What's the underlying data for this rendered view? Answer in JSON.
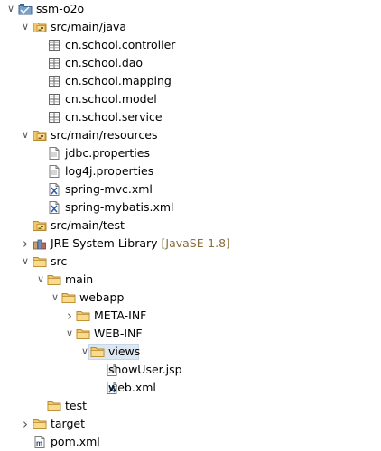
{
  "tree": {
    "nodes": [
      {
        "label": "ssm-o2o",
        "icon": "maven-project-icon",
        "expand": "expanded"
      },
      {
        "label": "src/main/java",
        "icon": "source-folder-icon",
        "expand": "expanded"
      },
      {
        "label": "cn.school.controller",
        "icon": "package-icon",
        "expand": "none"
      },
      {
        "label": "cn.school.dao",
        "icon": "package-icon",
        "expand": "none"
      },
      {
        "label": "cn.school.mapping",
        "icon": "package-icon",
        "expand": "none"
      },
      {
        "label": "cn.school.model",
        "icon": "package-icon",
        "expand": "none"
      },
      {
        "label": "cn.school.service",
        "icon": "package-icon",
        "expand": "none"
      },
      {
        "label": "src/main/resources",
        "icon": "source-folder-icon",
        "expand": "expanded"
      },
      {
        "label": "jdbc.properties",
        "icon": "properties-file-icon",
        "expand": "none"
      },
      {
        "label": "log4j.properties",
        "icon": "properties-file-icon",
        "expand": "none"
      },
      {
        "label": "spring-mvc.xml",
        "icon": "xml-file-icon",
        "expand": "none"
      },
      {
        "label": "spring-mybatis.xml",
        "icon": "xml-file-icon",
        "expand": "none"
      },
      {
        "label": "src/main/test",
        "icon": "source-folder-icon",
        "expand": "none"
      },
      {
        "label": "JRE System Library",
        "decoration": "[JavaSE-1.8]",
        "icon": "library-icon",
        "expand": "collapsed"
      },
      {
        "label": "src",
        "icon": "folder-icon",
        "expand": "expanded"
      },
      {
        "label": "main",
        "icon": "folder-icon",
        "expand": "expanded"
      },
      {
        "label": "webapp",
        "icon": "folder-icon",
        "expand": "expanded"
      },
      {
        "label": "META-INF",
        "icon": "folder-icon",
        "expand": "collapsed"
      },
      {
        "label": "WEB-INF",
        "icon": "folder-icon",
        "expand": "expanded"
      },
      {
        "label": "views",
        "icon": "folder-icon",
        "expand": "expanded",
        "selected": true
      },
      {
        "label": "showUser.jsp",
        "icon": "jsp-file-icon",
        "expand": "none"
      },
      {
        "label": "web.xml",
        "icon": "xml-file-icon",
        "expand": "none"
      },
      {
        "label": "test",
        "icon": "folder-icon",
        "expand": "none"
      },
      {
        "label": "target",
        "icon": "folder-icon",
        "expand": "collapsed"
      },
      {
        "label": "pom.xml",
        "icon": "maven-pom-icon",
        "expand": "none"
      }
    ]
  },
  "colors": {
    "selection_background": "#dde7f2",
    "decoration_text": "#8a6d3b",
    "folder_yellow": "#e8b54a"
  }
}
